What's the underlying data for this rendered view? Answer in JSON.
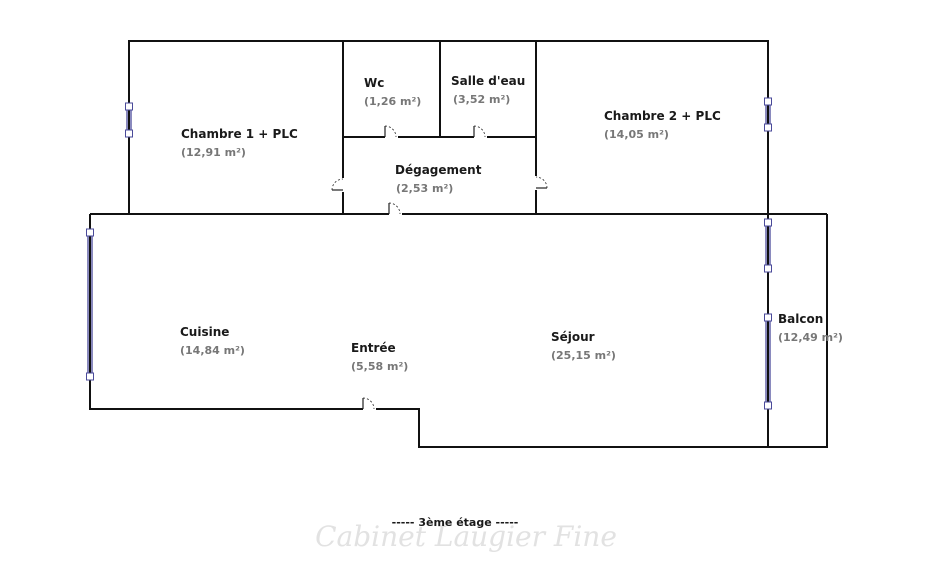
{
  "rooms": [
    {
      "id": "chambre1",
      "name": "Chambre 1 + PLC",
      "area": "(12,91 m²)"
    },
    {
      "id": "wc",
      "name": "Wc",
      "area": "(1,26 m²)"
    },
    {
      "id": "salle_eau",
      "name": "Salle d'eau",
      "area": "(3,52 m²)"
    },
    {
      "id": "chambre2",
      "name": "Chambre 2 + PLC",
      "area": "(14,05 m²)"
    },
    {
      "id": "degagement",
      "name": "Dégagement",
      "area": "(2,53 m²)"
    },
    {
      "id": "cuisine",
      "name": "Cuisine",
      "area": "(14,84 m²)"
    },
    {
      "id": "entree",
      "name": "Entrée",
      "area": "(5,58 m²)"
    },
    {
      "id": "sejour",
      "name": "Séjour",
      "area": "(25,15 m²)"
    },
    {
      "id": "balcon",
      "name": "Balcon",
      "area": "(12,49 m²)"
    }
  ],
  "floor_label": "----- 3ème étage -----",
  "watermark": "Cabinet Laugier Fine"
}
